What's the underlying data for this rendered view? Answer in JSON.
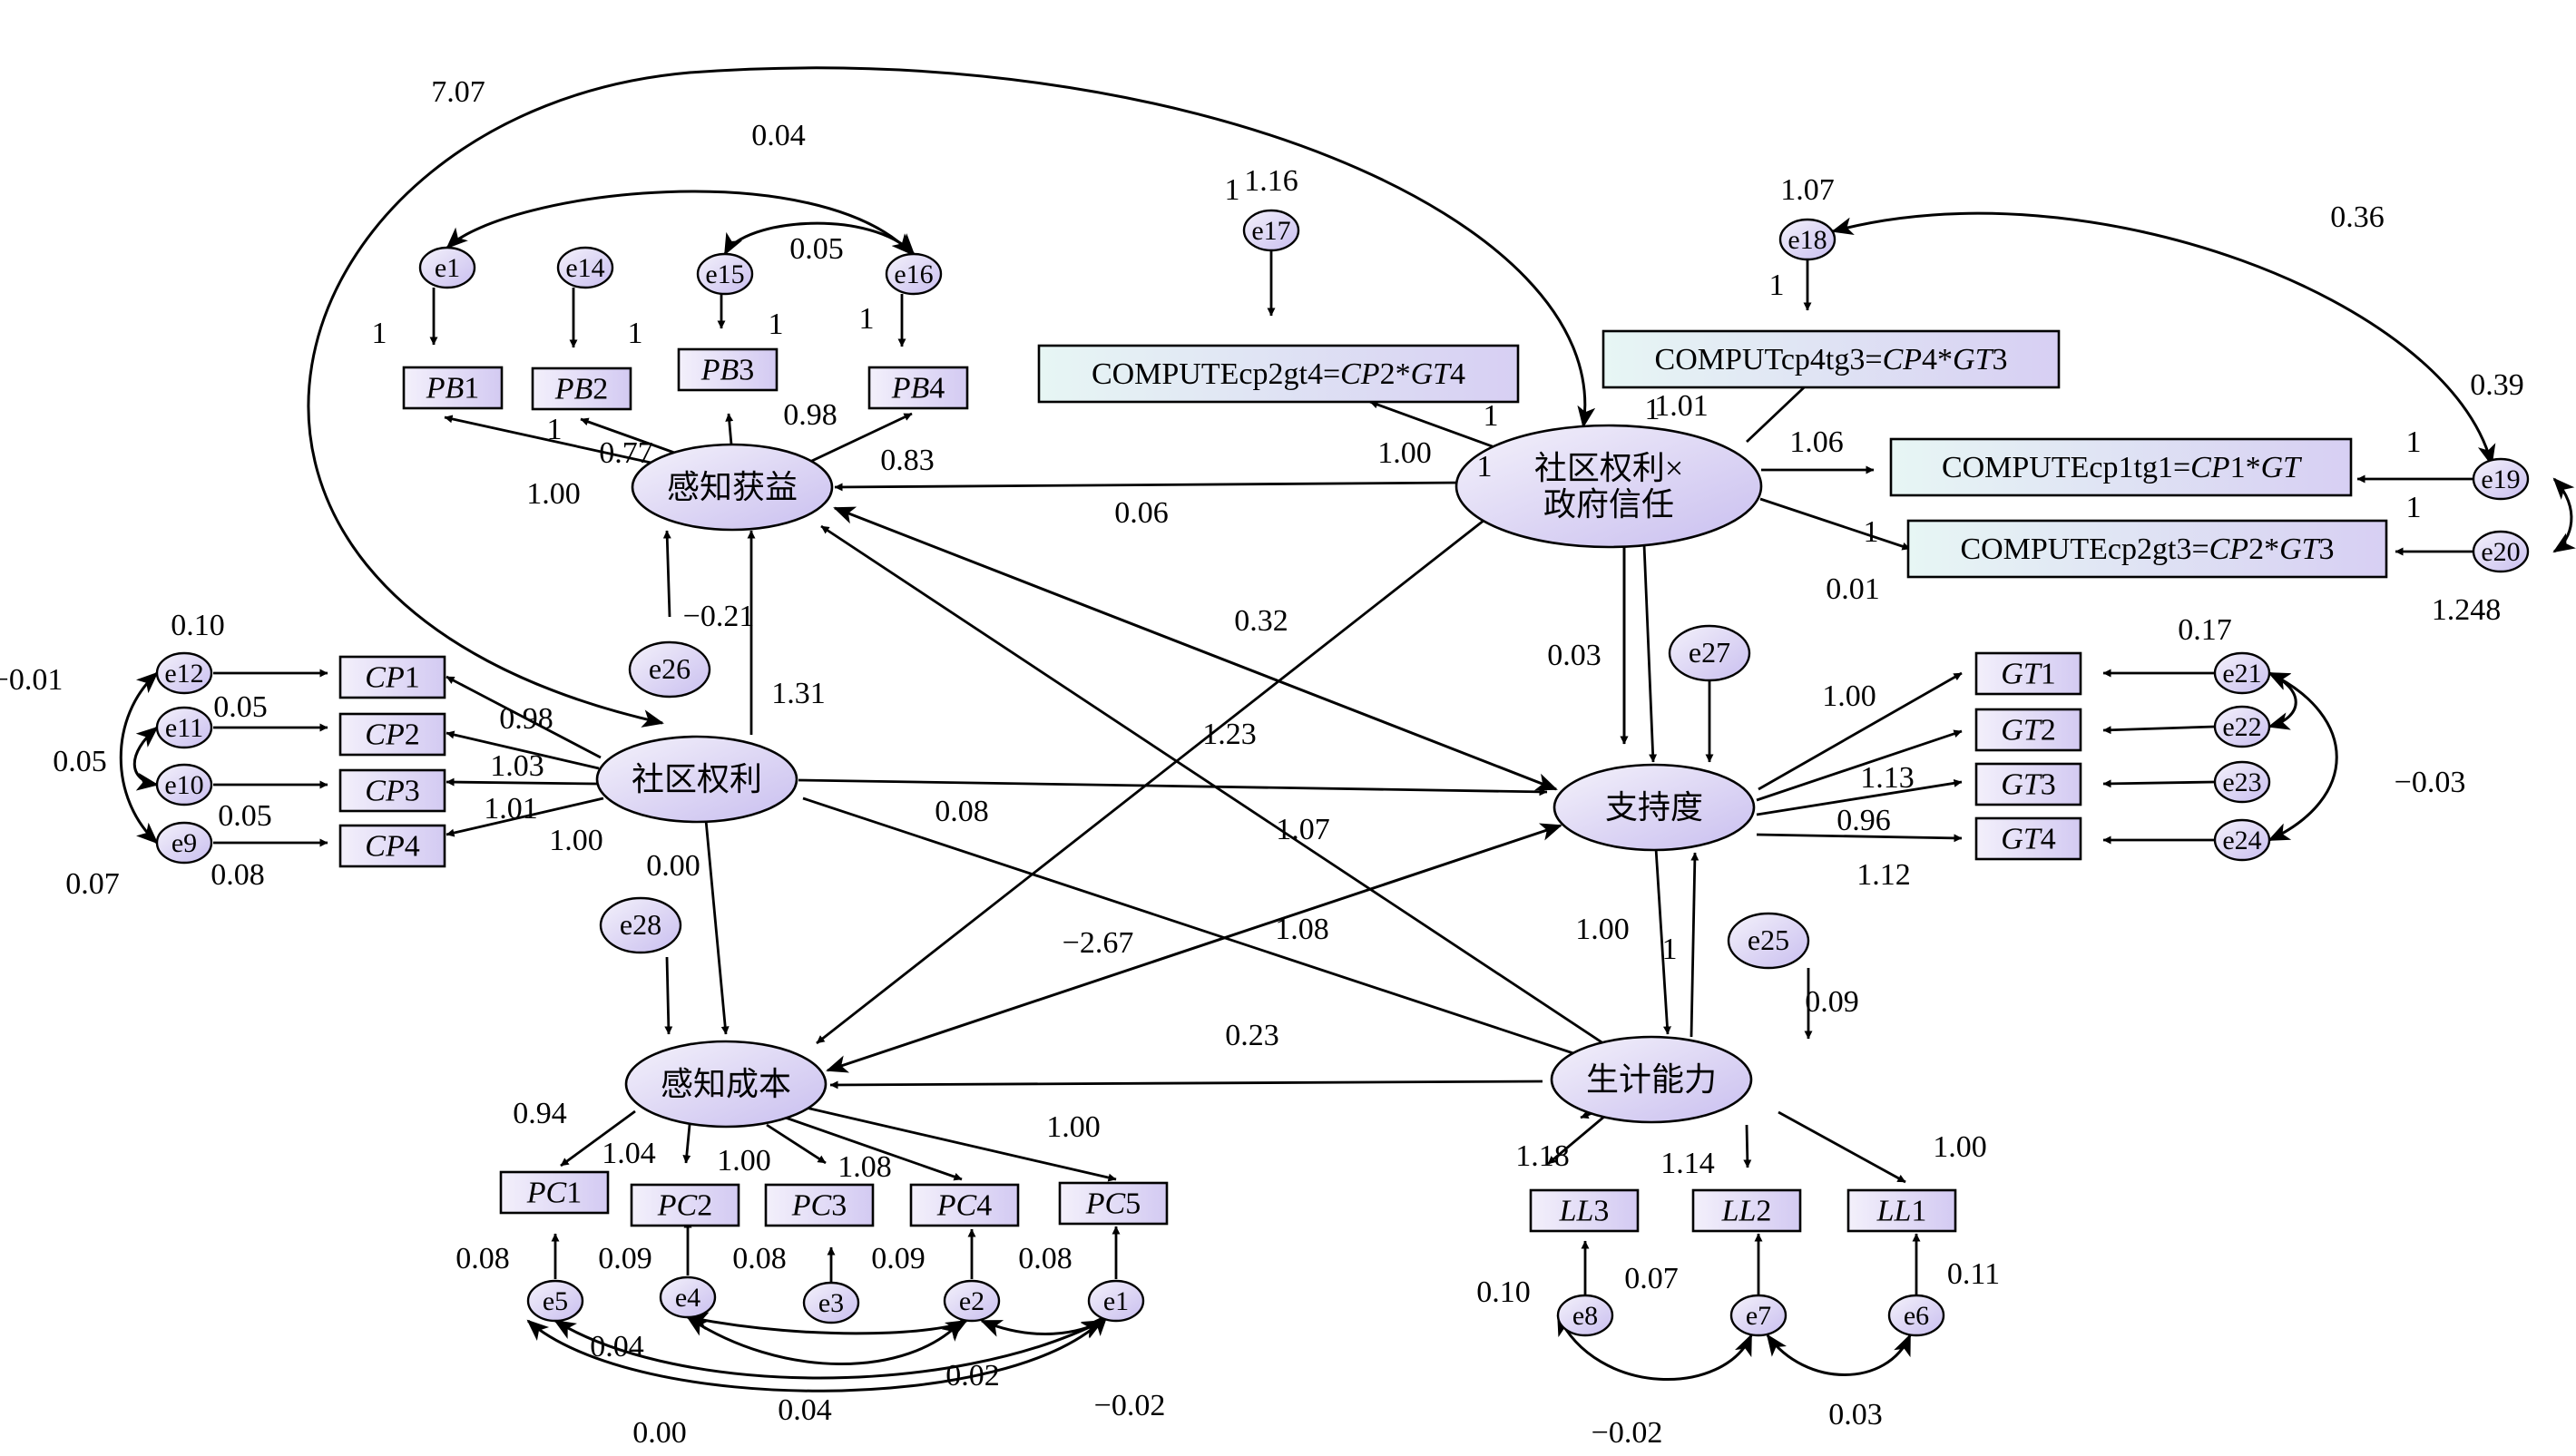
{
  "latent": [
    {
      "id": "gzhy",
      "lines": [
        "感知获益"
      ]
    },
    {
      "id": "sqqz",
      "lines": [
        "社区权利×",
        "政府信任"
      ]
    },
    {
      "id": "sqql",
      "lines": [
        "社区权利"
      ]
    },
    {
      "id": "zcd",
      "lines": [
        "支持度"
      ]
    },
    {
      "id": "gzcb",
      "lines": [
        "感知成本"
      ]
    },
    {
      "id": "sjnl",
      "lines": [
        "生计能力"
      ]
    }
  ],
  "observed": [
    {
      "id": "PB1",
      "parts": [
        [
          "PB",
          1
        ],
        [
          "1",
          0
        ]
      ]
    },
    {
      "id": "PB2",
      "parts": [
        [
          "PB",
          1
        ],
        [
          "2",
          0
        ]
      ]
    },
    {
      "id": "PB3",
      "parts": [
        [
          "PB",
          1
        ],
        [
          "3",
          0
        ]
      ]
    },
    {
      "id": "PB4",
      "parts": [
        [
          "PB",
          1
        ],
        [
          "4",
          0
        ]
      ]
    },
    {
      "id": "CP1",
      "parts": [
        [
          "CP",
          1
        ],
        [
          "1",
          0
        ]
      ]
    },
    {
      "id": "CP2",
      "parts": [
        [
          "CP",
          1
        ],
        [
          "2",
          0
        ]
      ]
    },
    {
      "id": "CP3",
      "parts": [
        [
          "CP",
          1
        ],
        [
          "3",
          0
        ]
      ]
    },
    {
      "id": "CP4",
      "parts": [
        [
          "CP",
          1
        ],
        [
          "4",
          0
        ]
      ]
    },
    {
      "id": "GT1",
      "parts": [
        [
          "GT",
          1
        ],
        [
          "1",
          0
        ]
      ]
    },
    {
      "id": "GT2",
      "parts": [
        [
          "GT",
          1
        ],
        [
          "2",
          0
        ]
      ]
    },
    {
      "id": "GT3",
      "parts": [
        [
          "GT",
          1
        ],
        [
          "3",
          0
        ]
      ]
    },
    {
      "id": "GT4",
      "parts": [
        [
          "GT",
          1
        ],
        [
          "4",
          0
        ]
      ]
    },
    {
      "id": "PC1",
      "parts": [
        [
          "PC",
          1
        ],
        [
          "1",
          0
        ]
      ]
    },
    {
      "id": "PC2",
      "parts": [
        [
          "PC",
          1
        ],
        [
          "2",
          0
        ]
      ]
    },
    {
      "id": "PC3",
      "parts": [
        [
          "PC",
          1
        ],
        [
          "3",
          0
        ]
      ]
    },
    {
      "id": "PC4",
      "parts": [
        [
          "PC",
          1
        ],
        [
          "4",
          0
        ]
      ]
    },
    {
      "id": "PC5",
      "parts": [
        [
          "PC",
          1
        ],
        [
          "5",
          0
        ]
      ]
    },
    {
      "id": "LL3",
      "parts": [
        [
          "LL",
          1
        ],
        [
          "3",
          0
        ]
      ]
    },
    {
      "id": "LL2",
      "parts": [
        [
          "LL",
          1
        ],
        [
          "2",
          0
        ]
      ]
    },
    {
      "id": "LL1",
      "parts": [
        [
          "LL",
          1
        ],
        [
          "1",
          0
        ]
      ]
    },
    {
      "id": "C1",
      "parts": [
        [
          "COMPUTEcp2gt4=",
          0
        ],
        [
          "CP",
          1
        ],
        [
          "2*",
          0
        ],
        [
          "GT",
          1
        ],
        [
          "4",
          0
        ]
      ]
    },
    {
      "id": "C2",
      "parts": [
        [
          "COMPUTcp4tg3=",
          0
        ],
        [
          "CP",
          1
        ],
        [
          "4*",
          0
        ],
        [
          "GT",
          1
        ],
        [
          "3",
          0
        ]
      ]
    },
    {
      "id": "C3",
      "parts": [
        [
          "COMPUTEcp1tg1=",
          0
        ],
        [
          "CP",
          1
        ],
        [
          "1*",
          0
        ],
        [
          "GT",
          1
        ]
      ]
    },
    {
      "id": "C4",
      "parts": [
        [
          "COMPUTEcp2gt3=",
          0
        ],
        [
          "CP",
          1
        ],
        [
          "2*",
          0
        ],
        [
          "GT",
          1
        ],
        [
          "3",
          0
        ]
      ]
    }
  ],
  "errors": [
    "e1",
    "e14",
    "e15",
    "e16",
    "e17",
    "e18",
    "e12",
    "e11",
    "e10",
    "e9",
    "e26",
    "e27",
    "e21",
    "e22",
    "e23",
    "e24",
    "e19",
    "e20",
    "e28",
    "e25",
    "e5",
    "e4",
    "e3",
    "e2",
    "e1b",
    "e8",
    "e7",
    "e6"
  ],
  "error_labels": {
    "e1b": "e1"
  },
  "labels": [
    "7.07",
    "0.04",
    "0.05",
    "1.16",
    "1.07",
    "0.36",
    "0.39",
    "1",
    "1",
    "1",
    "1",
    "1",
    "1",
    "1",
    "1",
    "1",
    "1",
    "1",
    "1",
    "1",
    "0.77",
    "1.00",
    "0.98",
    "0.83",
    "1.00",
    "1.01",
    "1.06",
    "0.06",
    "0.01",
    "1.248",
    "0.10",
    "−0.01",
    "0.05",
    "0.05",
    "0.05",
    "0.08",
    "0.07",
    "0.98",
    "1.03",
    "1.01",
    "1.00",
    "1.31",
    "−0.21",
    "0.32",
    "1.23",
    "0.03",
    "0.17",
    "1.00",
    "1.13",
    "0.96",
    "1.12",
    "−0.03",
    "0.08",
    "0.00",
    "1.07",
    "−2.67",
    "1.08",
    "1.00",
    "1",
    "0.09",
    "0.23",
    "0.94",
    "1.04",
    "1.00",
    "1.08",
    "1.00",
    "0.08",
    "0.09",
    "0.08",
    "0.09",
    "0.08",
    "0.04",
    "0.02",
    "0.04",
    "0.00",
    "−0.02",
    "1.18",
    "1.14",
    "1.00",
    "0.10",
    "0.07",
    "0.11",
    "−0.02",
    "0.03"
  ],
  "colors": {
    "latent": "#d9d2f3",
    "observed": "#ddd6f5",
    "compute": "#d8f0ef",
    "stroke": "#000000"
  }
}
